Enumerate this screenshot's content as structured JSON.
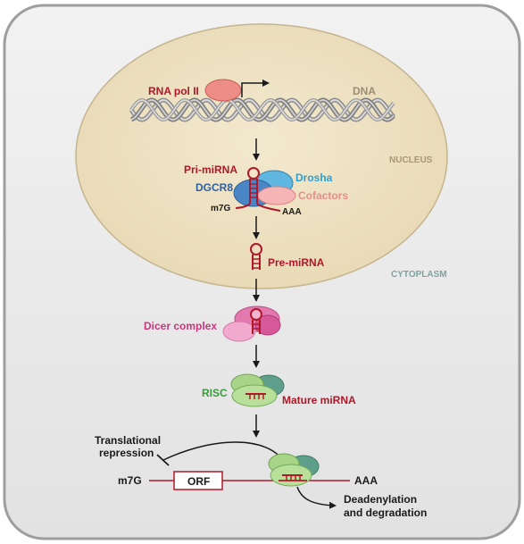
{
  "labels": {
    "rna_pol": "RNA pol II",
    "dna": "DNA",
    "nucleus": "NUCLEUS",
    "pri_mirna": "Pri-miRNA",
    "drosha": "Drosha",
    "dgcr8": "DGCR8",
    "cofactors": "Cofactors",
    "m7g_top": "m7G",
    "aaa_top": "AAA",
    "pre_mirna": "Pre-miRNA",
    "cytoplasm": "CYTOPLASM",
    "dicer": "Dicer complex",
    "risc": "RISC",
    "mature_mirna": "Mature miRNA",
    "transl_rep_1": "Translational",
    "transl_rep_2": "repression",
    "m7g_bottom": "m7G",
    "orf": "ORF",
    "aaa_bottom": "AAA",
    "deadenyl_1": "Deadenylation",
    "deadenyl_2": "and degradation"
  },
  "colors": {
    "nucleus_fill": "#efe3c4",
    "nucleus_stroke": "#c5b58f",
    "cell_fill": "#e9e9e9",
    "rna_red": "#b0182a",
    "drosha_blue": "#39a0d2",
    "dgcr8_blue": "#3f79b9",
    "cofactor_pink": "#f2a2a2",
    "dicer_pink": "#d54c90",
    "risc_green": "#7fc36a",
    "risc_dark": "#4f9a82",
    "label_gray": "#9b8c74",
    "cytoplasm_label": "#7fa3a3",
    "risc_label": "#3a9b3a",
    "dicer_label": "#c7377d"
  }
}
